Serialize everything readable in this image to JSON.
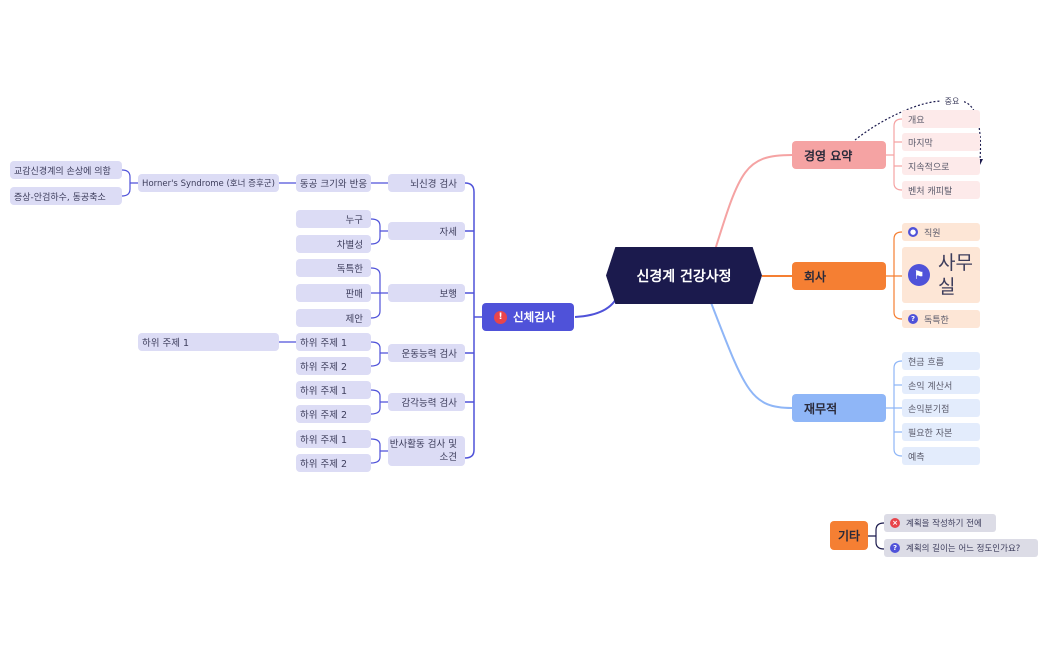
{
  "central": "신경계 건강사정",
  "exam": {
    "label": "신체검사",
    "groups": [
      {
        "label": "뇌신경 검사"
      },
      {
        "label": "자세",
        "items": [
          "누구",
          "차별성"
        ]
      },
      {
        "label": "보행",
        "items": [
          "독특한",
          "판매",
          "제안"
        ]
      },
      {
        "label": "운동능력 검사",
        "items": [
          "하위 주제 1",
          "하위 주제 2"
        ],
        "extra": "하위 주제 1"
      },
      {
        "label": "감각능력 검사",
        "items": [
          "하위 주제 1",
          "하위 주제 2"
        ]
      },
      {
        "label": "반사활동 검사 및 소견",
        "items": [
          "하위 주제 1",
          "하위 주제 2"
        ]
      }
    ],
    "pupil": "동공 크기와 반응",
    "horner": "Horner's Syndrome (호너 증후군)",
    "horner_children": [
      "교감신경계의 손상에 의함",
      "증상-안검하수, 동공축소"
    ]
  },
  "management": {
    "label": "경영 요약",
    "items": [
      "개요",
      "마지막",
      "지속적으로",
      "벤처 캐피탈"
    ],
    "relation": "중요"
  },
  "company": {
    "label": "회사",
    "staff": "직원",
    "office": "사무실",
    "unique": "독특한"
  },
  "finance": {
    "label": "재무적",
    "items": [
      "현금 흐름",
      "손익 계산서",
      "손익분기점",
      "필요한 자본",
      "예측"
    ]
  },
  "other": {
    "label": "기타",
    "items": [
      "계획을 작성하기 전에",
      "계획의 길이는 어느 정도인가요?"
    ]
  },
  "colors": {
    "central": "#1b1a4d",
    "exam": "#4f52d9",
    "management": "#f5a3a3",
    "company": "#f57f33",
    "finance": "#8fb6f7",
    "other": "#f57f33",
    "exam_node": "#dcdcf5"
  }
}
